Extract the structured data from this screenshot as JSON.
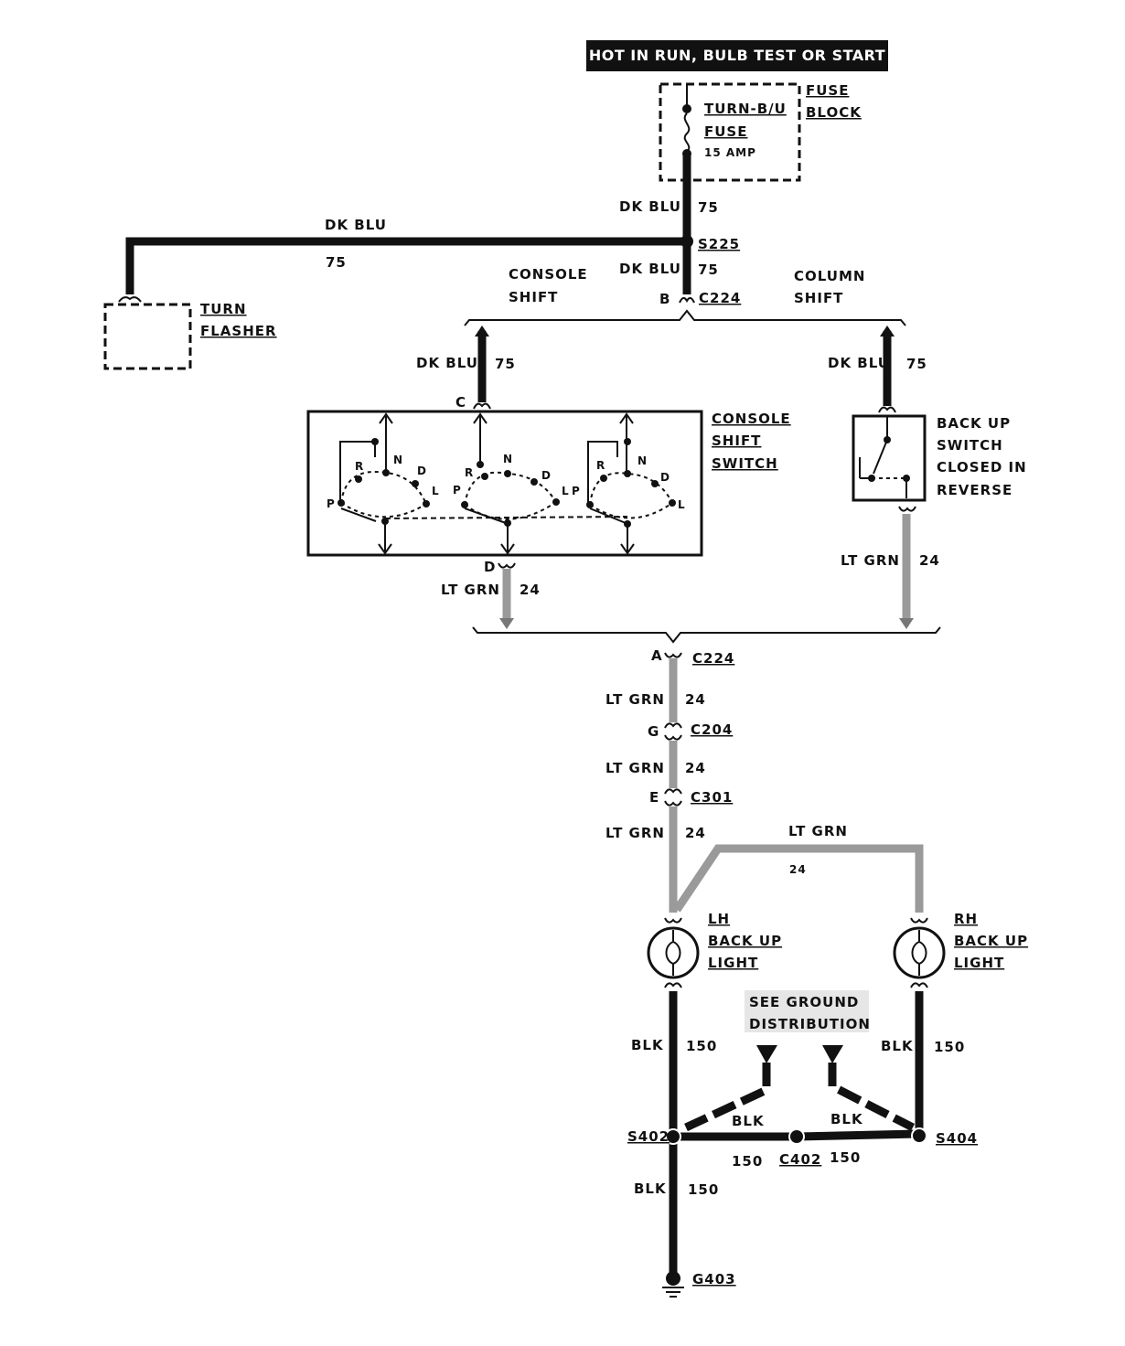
{
  "header": {
    "banner": "HOT IN RUN,   BULB TEST OR START"
  },
  "fuse_block": {
    "fuse_name_1": "TURN-B/U",
    "fuse_name_2": "FUSE",
    "rating": "15 AMP",
    "block_1": "FUSE",
    "block_2": "BLOCK"
  },
  "turn_flasher": {
    "line_1": "TURN",
    "line_2": "FLASHER"
  },
  "wires": {
    "dk_blu": "DK BLU",
    "circuit_75": "75",
    "lt_grn": "LT GRN",
    "circuit_24": "24",
    "blk": "BLK",
    "circuit_150": "150"
  },
  "splices": {
    "s225": "S225",
    "s402": "S402",
    "s404": "S404"
  },
  "connectors": {
    "c224": "C224",
    "c204": "C204",
    "c301": "C301",
    "c402": "C402",
    "pin_a": "A",
    "pin_b": "B",
    "pin_c": "C",
    "pin_d": "D",
    "pin_e": "E",
    "pin_g": "G"
  },
  "branches": {
    "console_1": "CONSOLE",
    "console_2": "SHIFT",
    "column_1": "COLUMN",
    "column_2": "SHIFT"
  },
  "console_switch": {
    "title_1": "CONSOLE",
    "title_2": "SHIFT",
    "title_3": "SWITCH",
    "positions": {
      "p": "P",
      "r": "R",
      "n": "N",
      "d": "D",
      "l": "L"
    }
  },
  "backup_switch": {
    "line_1": "BACK UP",
    "line_2": "SWITCH",
    "line_3": "CLOSED IN",
    "line_4": "REVERSE"
  },
  "lh_light": {
    "line_1": "LH",
    "line_2": "BACK UP",
    "line_3": "LIGHT"
  },
  "rh_light": {
    "line_1": "RH",
    "line_2": "BACK UP",
    "line_3": "LIGHT"
  },
  "ground_note": {
    "line_1": "SEE GROUND",
    "line_2": "DISTRIBUTION"
  },
  "ground": {
    "g403": "G403"
  }
}
